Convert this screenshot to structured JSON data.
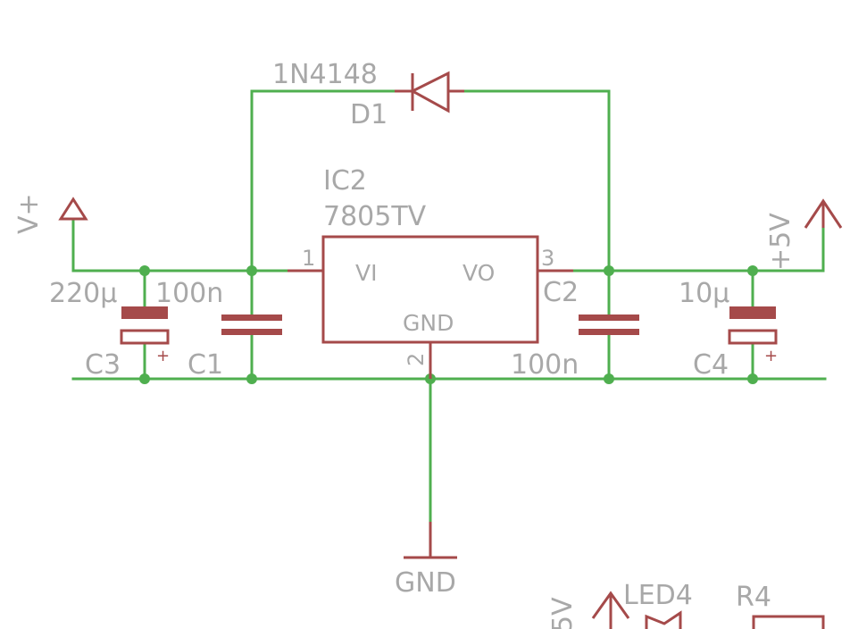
{
  "schematic": {
    "diode": {
      "value": "1N4148",
      "name": "D1"
    },
    "regulator": {
      "name": "IC2",
      "value": "7805TV",
      "pin_vi": "VI",
      "pin_vo": "VO",
      "pin_gnd": "GND",
      "pin1": "1",
      "pin2": "2",
      "pin3": "3"
    },
    "supply_in": {
      "label": "V+"
    },
    "supply_out": {
      "label": "+5V"
    },
    "ground": {
      "label": "GND"
    },
    "c1": {
      "name": "C1",
      "value": "100n"
    },
    "c2": {
      "name": "C2",
      "value": "100n"
    },
    "c3": {
      "name": "C3",
      "value": "220µ"
    },
    "c4": {
      "name": "C4",
      "value": "10µ"
    },
    "polarity_mark": "+",
    "bottom": {
      "supply_label": "5V",
      "led_name": "LED4",
      "resistor_name": "R4"
    }
  },
  "colors": {
    "wire": "#4faf4f",
    "part": "#a54a4a",
    "label": "#a8a8a8",
    "background": "#ffffff"
  }
}
